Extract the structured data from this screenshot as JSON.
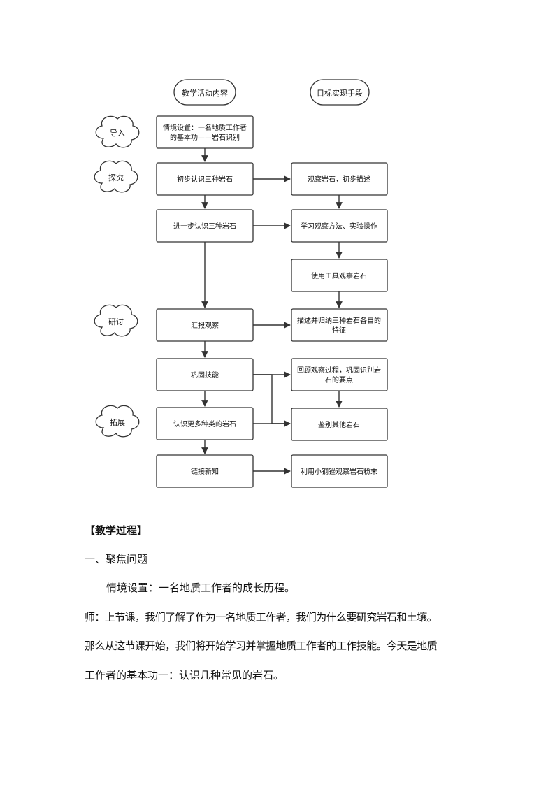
{
  "flowchart": {
    "headers": {
      "activity": "教学活动内容",
      "method": "目标实现手段"
    },
    "stages": {
      "intro": "导入",
      "explore": "探究",
      "discuss": "研讨",
      "extend": "拓展"
    },
    "left_boxes": [
      [
        "情境设置：一名地质工作者",
        "的基本功——岩石识别"
      ],
      [
        "初步认识三种岩石"
      ],
      [
        "进一步认识三种岩石"
      ],
      [
        "汇报观察"
      ],
      [
        "巩固技能"
      ],
      [
        "认识更多种类的岩石"
      ],
      [
        "链接新知"
      ]
    ],
    "right_boxes": [
      [
        "观察岩石，初步描述"
      ],
      [
        "学习观察方法、实验操作"
      ],
      [
        "使用工具观察岩石"
      ],
      [
        "描述并归纳三种岩石各自的",
        "特征"
      ],
      [
        "回顾观察过程，巩固识别岩",
        "石的要点"
      ],
      [
        "鉴别其他岩石"
      ],
      [
        "利用小钢锉观察岩石粉末"
      ]
    ]
  },
  "document": {
    "section_heading": "【教学过程】",
    "subheading": "一、聚焦问题",
    "paragraphs": [
      "情境设置：一名地质工作者的成长历程。",
      "师：上节课，我们了解了作为一名地质工作者，我们为什么要研究岩石和土壤。",
      "那么从这节课开始，我们将开始学习并掌握地质工作者的工作技能。今天是地质",
      "工作者的基本功一：认识几种常见的岩石。"
    ]
  }
}
